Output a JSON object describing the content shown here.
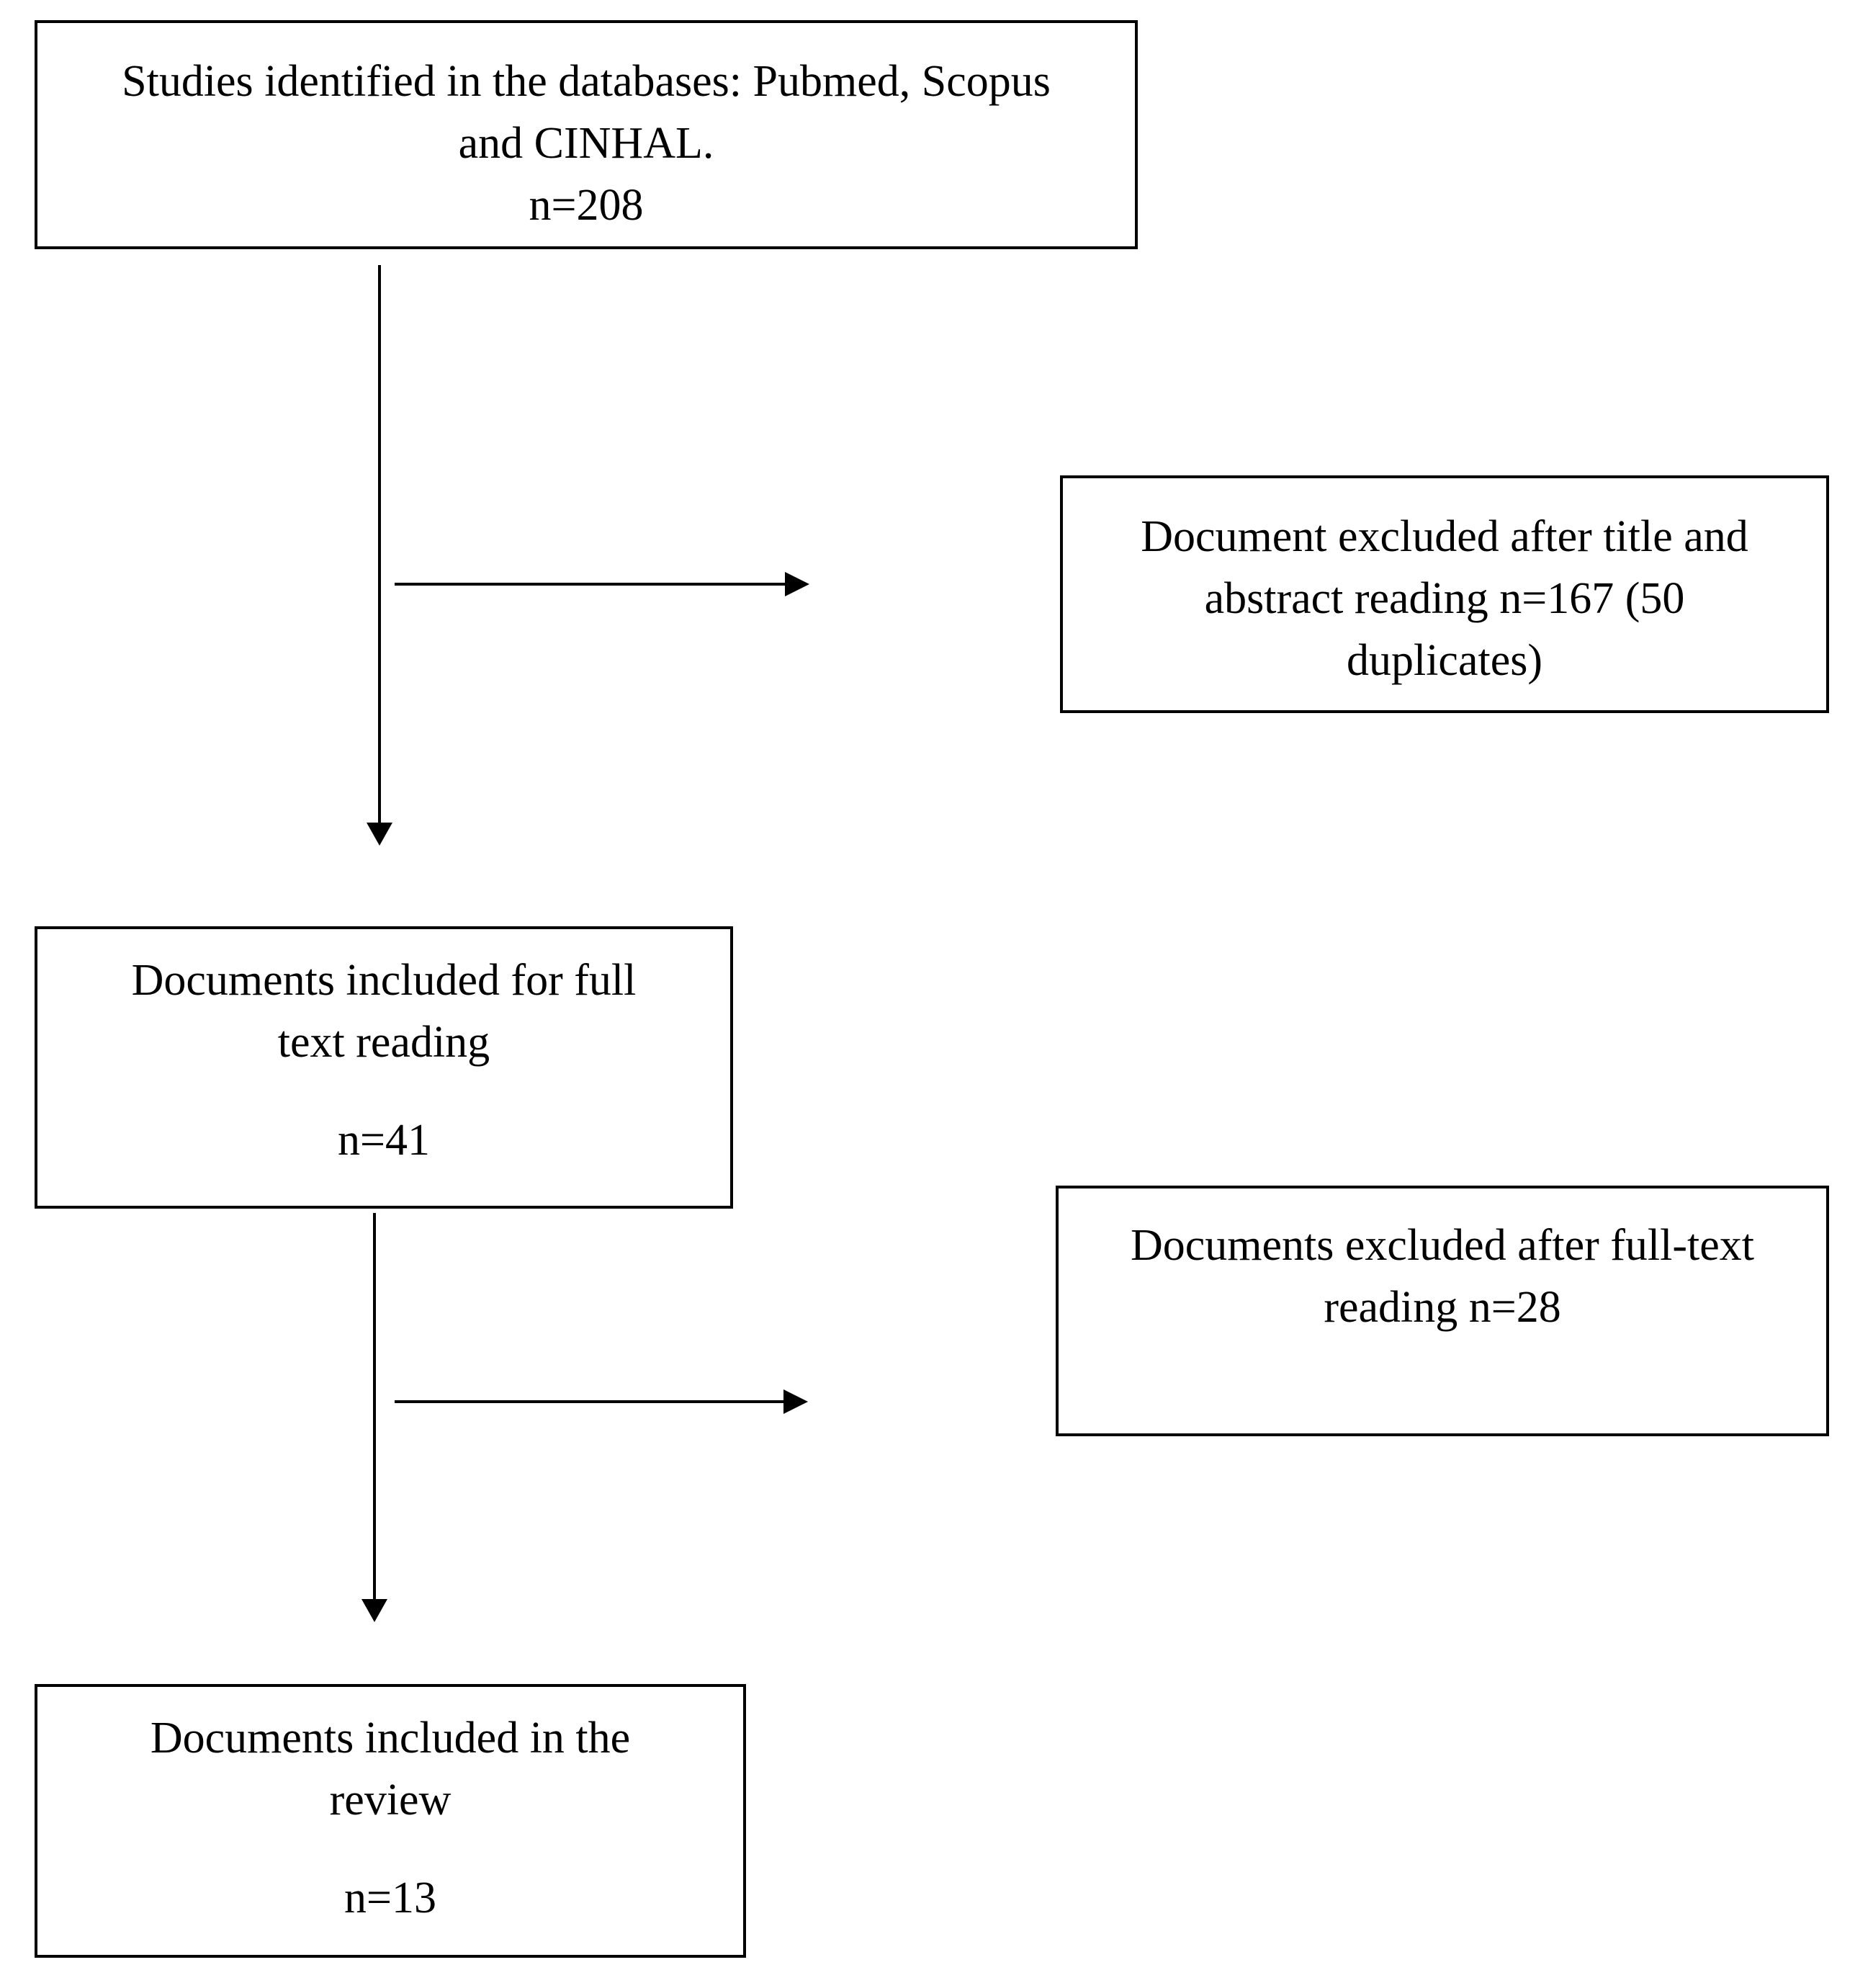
{
  "boxes": {
    "identified": {
      "lines": [
        "Studies identified in the databases: Pubmed, Scopus",
        "and CINHAL."
      ],
      "count": "n=208"
    },
    "excluded_title_abstract": {
      "lines": [
        "Document excluded after title and",
        "abstract reading n=167 (50",
        "duplicates)"
      ]
    },
    "full_text": {
      "lines": [
        "Documents included for full",
        "text reading"
      ],
      "count": "n=41"
    },
    "excluded_full_text": {
      "lines": [
        "Documents excluded after full-text",
        "reading n=28"
      ]
    },
    "included_review": {
      "lines": [
        "Documents included in the",
        "review"
      ],
      "count": "n=13"
    }
  }
}
